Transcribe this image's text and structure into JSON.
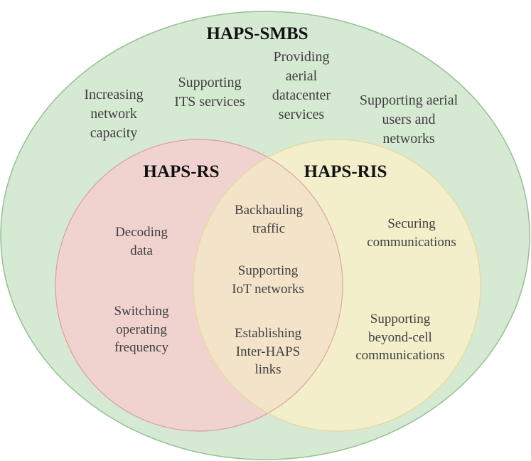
{
  "colors": {
    "smbs_fill": "#d6e9d2",
    "smbs_stroke": "#93c291",
    "rs_fill": "#f0d3cf",
    "rs_stroke": "#d9a79f",
    "ris_fill": "#f3efcb",
    "ris_stroke": "#e6db9b",
    "overlap_fill": "#f3e3c9"
  },
  "sets": {
    "smbs": {
      "title": "HAPS-SMBS",
      "items": [
        "Increasing\nnetwork\ncapacity",
        "Supporting\nITS services",
        "Providing\naerial\ndatacenter\nservices",
        "Supporting aerial\nusers and\nnetworks"
      ]
    },
    "rs": {
      "title": "HAPS-RS",
      "items": [
        "Decoding\ndata",
        "Switching\noperating\nfrequency"
      ]
    },
    "ris": {
      "title": "HAPS-RIS",
      "items": [
        "Securing\ncommunications",
        "Supporting\nbeyond-cell\ncommunications"
      ]
    },
    "overlap": {
      "items": [
        "Backhauling\ntraffic",
        "Supporting\nIoT networks",
        "Establishing\nInter-HAPS\nlinks"
      ]
    }
  }
}
